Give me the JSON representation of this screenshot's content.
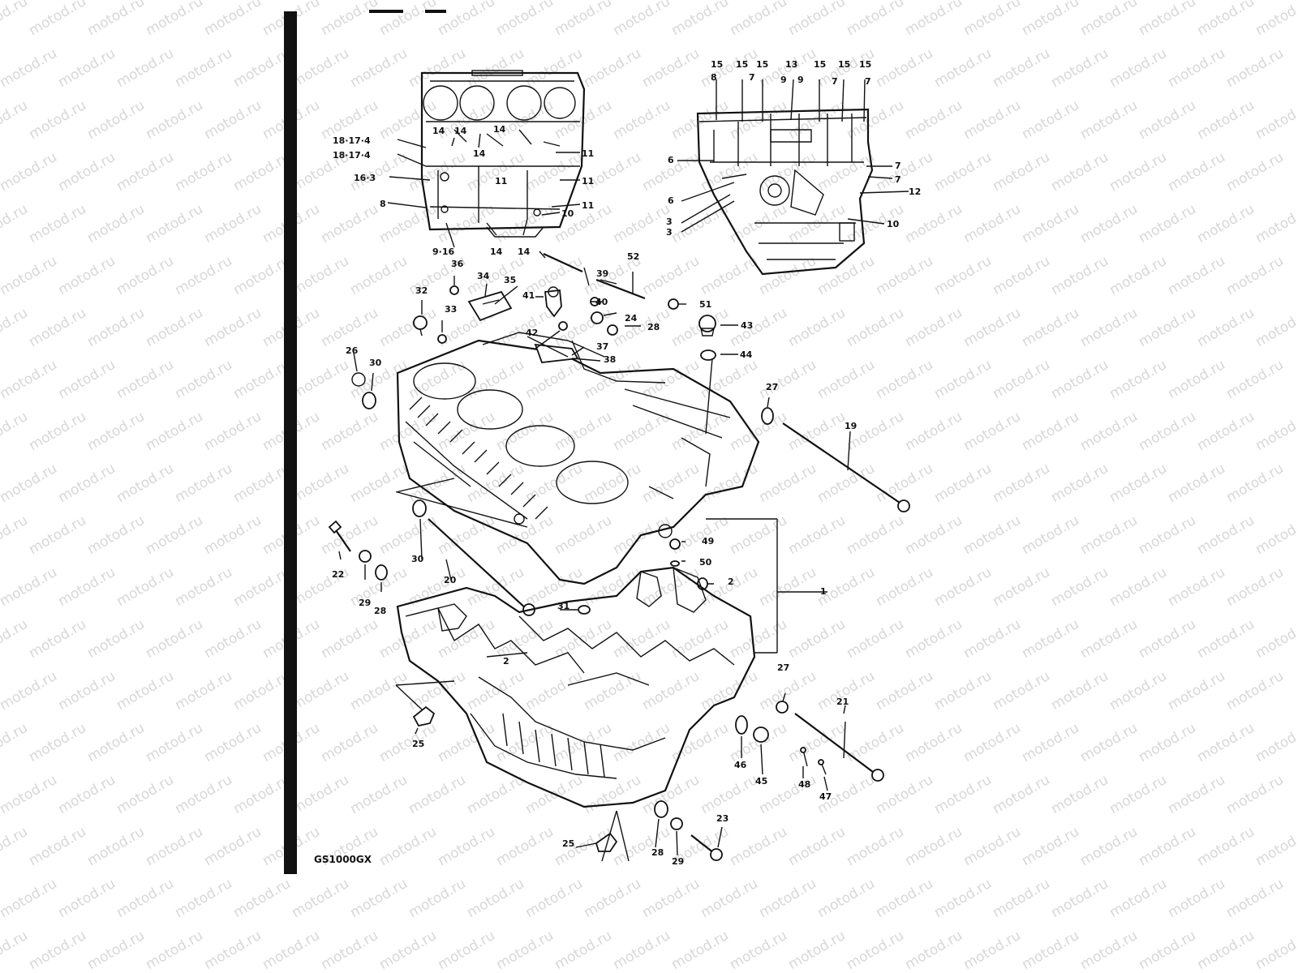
{
  "watermark": "motod.ru",
  "model_label": "GS1000GX",
  "callouts": [
    {
      "id": "c-18-17-4-a",
      "text": "18·17·4"
    },
    {
      "id": "c-18-17-4-b",
      "text": "18·17·4"
    },
    {
      "id": "c-16-3",
      "text": "16·3"
    },
    {
      "id": "c-8-left",
      "text": "8"
    },
    {
      "id": "c-9-16",
      "text": "9·16"
    },
    {
      "id": "c-14-a",
      "text": "14"
    },
    {
      "id": "c-14-b",
      "text": "14"
    },
    {
      "id": "c-14-c",
      "text": "14"
    },
    {
      "id": "c-14-d",
      "text": "14"
    },
    {
      "id": "c-14-e",
      "text": "14"
    },
    {
      "id": "c-14-f",
      "text": "14"
    },
    {
      "id": "c-11-a",
      "text": "11"
    },
    {
      "id": "c-11-b",
      "text": "11"
    },
    {
      "id": "c-11-c",
      "text": "11"
    },
    {
      "id": "c-11-d",
      "text": "11"
    },
    {
      "id": "c-10-left",
      "text": "10"
    },
    {
      "id": "c-15-a",
      "text": "15"
    },
    {
      "id": "c-15-b",
      "text": "15"
    },
    {
      "id": "c-15-c",
      "text": "15"
    },
    {
      "id": "c-13",
      "text": "13"
    },
    {
      "id": "c-15-d",
      "text": "15"
    },
    {
      "id": "c-15-e",
      "text": "15"
    },
    {
      "id": "c-15-f",
      "text": "15"
    },
    {
      "id": "c-8-right",
      "text": "8"
    },
    {
      "id": "c-7-a",
      "text": "7"
    },
    {
      "id": "c-9-a",
      "text": "9"
    },
    {
      "id": "c-9-b",
      "text": "9"
    },
    {
      "id": "c-7-b",
      "text": "7"
    },
    {
      "id": "c-7-c",
      "text": "7"
    },
    {
      "id": "c-6-a",
      "text": "6"
    },
    {
      "id": "c-7-d",
      "text": "7"
    },
    {
      "id": "c-7-e",
      "text": "7"
    },
    {
      "id": "c-6-b",
      "text": "6"
    },
    {
      "id": "c-12",
      "text": "12"
    },
    {
      "id": "c-3-a",
      "text": "3"
    },
    {
      "id": "c-3-b",
      "text": "3"
    },
    {
      "id": "c-10-right",
      "text": "10"
    },
    {
      "id": "c-36",
      "text": "36"
    },
    {
      "id": "c-34",
      "text": "34"
    },
    {
      "id": "c-35",
      "text": "35"
    },
    {
      "id": "c-39",
      "text": "39"
    },
    {
      "id": "c-52",
      "text": "52"
    },
    {
      "id": "c-32",
      "text": "32"
    },
    {
      "id": "c-41",
      "text": "41"
    },
    {
      "id": "c-40",
      "text": "40"
    },
    {
      "id": "c-51",
      "text": "51"
    },
    {
      "id": "c-33",
      "text": "33"
    },
    {
      "id": "c-24",
      "text": "24"
    },
    {
      "id": "c-28-top",
      "text": "28"
    },
    {
      "id": "c-43",
      "text": "43"
    },
    {
      "id": "c-42",
      "text": "42"
    },
    {
      "id": "c-37",
      "text": "37"
    },
    {
      "id": "c-38",
      "text": "38"
    },
    {
      "id": "c-44",
      "text": "44"
    },
    {
      "id": "c-26",
      "text": "26"
    },
    {
      "id": "c-30-top",
      "text": "30"
    },
    {
      "id": "c-27-top",
      "text": "27"
    },
    {
      "id": "c-19",
      "text": "19"
    },
    {
      "id": "c-49",
      "text": "49"
    },
    {
      "id": "c-50",
      "text": "50"
    },
    {
      "id": "c-2-right",
      "text": "2"
    },
    {
      "id": "c-1",
      "text": "1"
    },
    {
      "id": "c-22",
      "text": "22"
    },
    {
      "id": "c-30-mid",
      "text": "30"
    },
    {
      "id": "c-20",
      "text": "20"
    },
    {
      "id": "c-29-left",
      "text": "29"
    },
    {
      "id": "c-28-left",
      "text": "28"
    },
    {
      "id": "c-31",
      "text": "31"
    },
    {
      "id": "c-2-center",
      "text": "2"
    },
    {
      "id": "c-27-bottom",
      "text": "27"
    },
    {
      "id": "c-21",
      "text": "21"
    },
    {
      "id": "c-25-left",
      "text": "25"
    },
    {
      "id": "c-46",
      "text": "46"
    },
    {
      "id": "c-45",
      "text": "45"
    },
    {
      "id": "c-48",
      "text": "48"
    },
    {
      "id": "c-47",
      "text": "47"
    },
    {
      "id": "c-23",
      "text": "23"
    },
    {
      "id": "c-25-bottom",
      "text": "25"
    },
    {
      "id": "c-28-bottom",
      "text": "28"
    },
    {
      "id": "c-29-bottom",
      "text": "29"
    }
  ]
}
